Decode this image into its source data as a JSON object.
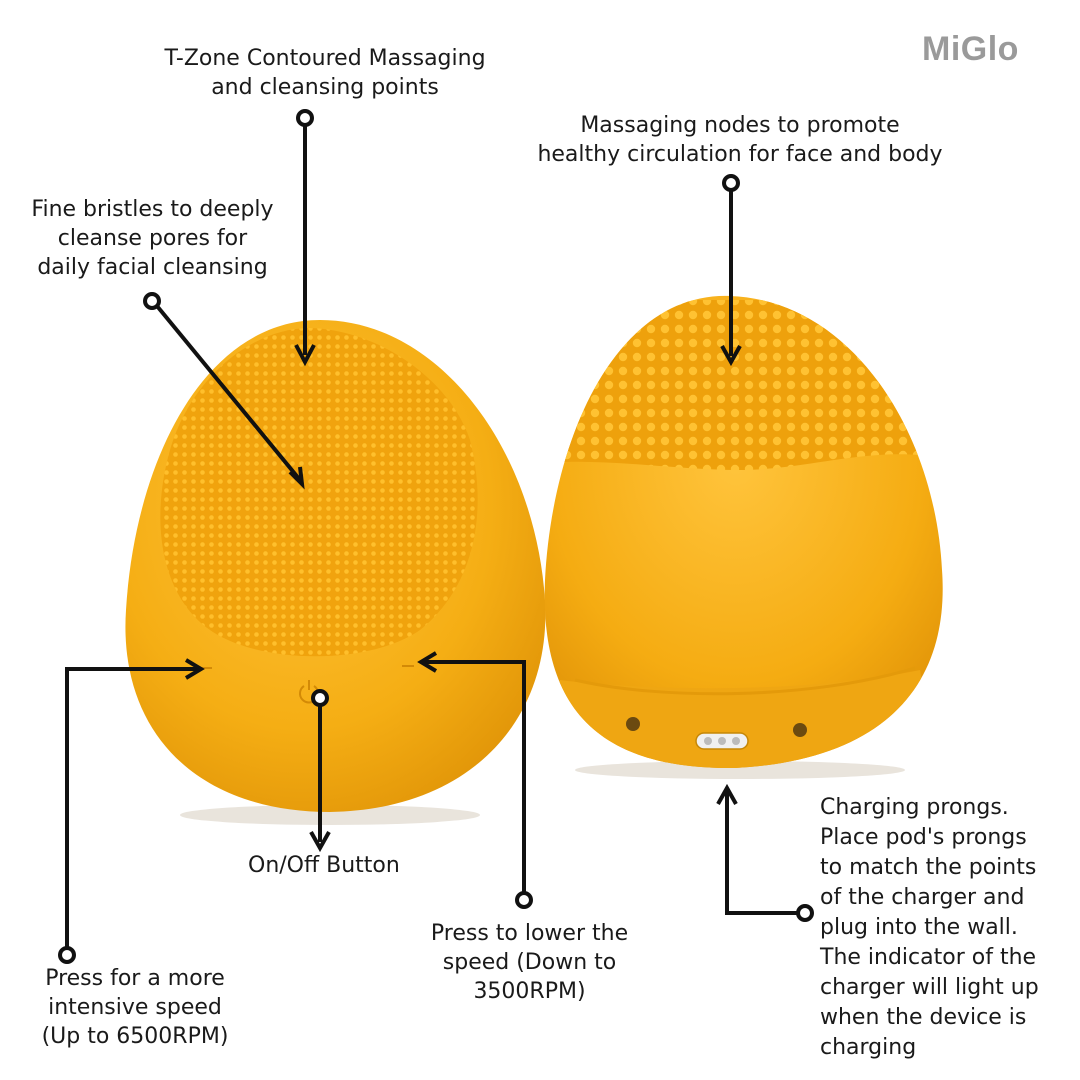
{
  "brand": "MiGlo",
  "colors": {
    "device": "#f5ae14",
    "device_shadow": "#d98c04",
    "annotation": "#111111"
  },
  "callouts": {
    "t_zone": {
      "line1": "T-Zone Contoured Massaging",
      "line2": "and cleansing points"
    },
    "bristles": {
      "line1": "Fine bristles to deeply",
      "line2": "cleanse pores for",
      "line3": "daily facial cleansing"
    },
    "nodes": {
      "line1": "Massaging nodes to promote",
      "line2": "healthy circulation for face and body"
    },
    "on_off": {
      "text": "On/Off Button"
    },
    "speed_up": {
      "line1": "Press for a more",
      "line2": "intensive speed",
      "line3": "(Up to 6500RPM)"
    },
    "speed_down": {
      "line1": "Press to lower the",
      "line2": "speed (Down to",
      "line3": "3500RPM)"
    },
    "charging": {
      "line1": "Charging prongs.",
      "line2": "Place pod's prongs",
      "line3": "to match the points",
      "line4": "of the charger and",
      "line5": "plug into the wall.",
      "line6": "The indicator of the",
      "line7": "charger will light up",
      "line8": "when the device is",
      "line9": "charging"
    }
  }
}
